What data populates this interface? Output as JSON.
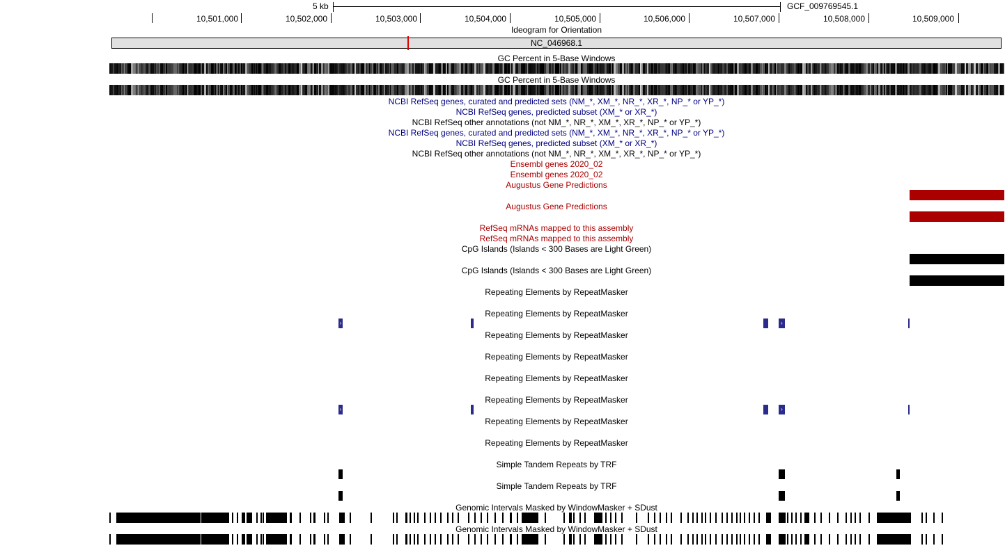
{
  "scale": {
    "size_label": "5 kb",
    "assembly": "GCF_009769545.1",
    "positions": [
      "10,501,000",
      "10,502,000",
      "10,503,000",
      "10,504,000",
      "10,505,000",
      "10,506,000",
      "10,507,000",
      "10,508,000",
      "10,509,000"
    ]
  },
  "ideogram": {
    "title": "Ideogram for Orientation",
    "chromosome": "NC_046968.1",
    "marker_color": "#e00000"
  },
  "colors": {
    "navy": "#000080",
    "dark_red": "#aa0000",
    "black": "#000000",
    "repeat_blue": "#2b2b8c"
  },
  "tracks": [
    {
      "id": "gc1",
      "label": "GC Percent in 5-Base Windows",
      "color": "#000000"
    },
    {
      "id": "gc2",
      "label": "GC Percent in 5-Base Windows",
      "color": "#000000"
    },
    {
      "id": "refseq_all",
      "label": "NCBI RefSeq genes, curated and predicted sets (NM_*, XM_*, NR_*, XR_*, NP_* or YP_*)",
      "color": "#000080"
    },
    {
      "id": "refseq_pred",
      "label": "NCBI RefSeq genes, predicted subset (XM_* or XR_*)",
      "color": "#000080"
    },
    {
      "id": "refseq_other",
      "label": "NCBI RefSeq other annotations (not NM_*, NR_*, XM_*, XR_*, NP_* or YP_*)",
      "color": "#000000"
    },
    {
      "id": "refseq_all2",
      "label": "NCBI RefSeq genes, curated and predicted sets (NM_*, XM_*, NR_*, XR_*, NP_* or YP_*)",
      "color": "#000080"
    },
    {
      "id": "refseq_pred2",
      "label": "NCBI RefSeq genes, predicted subset (XM_* or XR_*)",
      "color": "#000080"
    },
    {
      "id": "refseq_other2",
      "label": "NCBI RefSeq other annotations (not NM_*, NR_*, XM_*, XR_*, NP_* or YP_*)",
      "color": "#000000"
    },
    {
      "id": "ensembl1",
      "label": "Ensembl genes 2020_02",
      "color": "#aa0000"
    },
    {
      "id": "ensembl2",
      "label": "Ensembl genes 2020_02",
      "color": "#aa0000"
    },
    {
      "id": "augustus1",
      "label": "Augustus Gene Predictions",
      "color": "#aa0000"
    },
    {
      "id": "augustus2",
      "label": "Augustus Gene Predictions",
      "color": "#aa0000"
    },
    {
      "id": "refseqmrna1",
      "label": "RefSeq mRNAs mapped to this assembly",
      "color": "#aa0000"
    },
    {
      "id": "refseqmrna2",
      "label": "RefSeq mRNAs mapped to this assembly",
      "color": "#aa0000"
    },
    {
      "id": "cpg1",
      "label": "CpG Islands (Islands < 300 Bases are Light Green)",
      "color": "#000000"
    },
    {
      "id": "cpg2",
      "label": "CpG Islands (Islands < 300 Bases are Light Green)",
      "color": "#000000"
    },
    {
      "id": "rmsk1",
      "label": "Repeating Elements by RepeatMasker",
      "color": "#000000"
    },
    {
      "id": "rmsk2",
      "label": "Repeating Elements by RepeatMasker",
      "color": "#000000"
    },
    {
      "id": "rmsk3",
      "label": "Repeating Elements by RepeatMasker",
      "color": "#000000"
    },
    {
      "id": "rmsk4",
      "label": "Repeating Elements by RepeatMasker",
      "color": "#000000"
    },
    {
      "id": "rmsk5",
      "label": "Repeating Elements by RepeatMasker",
      "color": "#000000"
    },
    {
      "id": "rmsk6",
      "label": "Repeating Elements by RepeatMasker",
      "color": "#000000"
    },
    {
      "id": "rmsk7",
      "label": "Repeating Elements by RepeatMasker",
      "color": "#000000"
    },
    {
      "id": "rmsk8",
      "label": "Repeating Elements by RepeatMasker",
      "color": "#000000"
    },
    {
      "id": "trf1",
      "label": "Simple Tandem Repeats by TRF",
      "color": "#000000"
    },
    {
      "id": "trf2",
      "label": "Simple Tandem Repeats by TRF",
      "color": "#000000"
    },
    {
      "id": "wm1",
      "label": "Genomic Intervals Masked by WindowMasker + SDust",
      "color": "#000000"
    },
    {
      "id": "wm2",
      "label": "Genomic Intervals Masked by WindowMasker + SDust",
      "color": "#000000"
    }
  ]
}
